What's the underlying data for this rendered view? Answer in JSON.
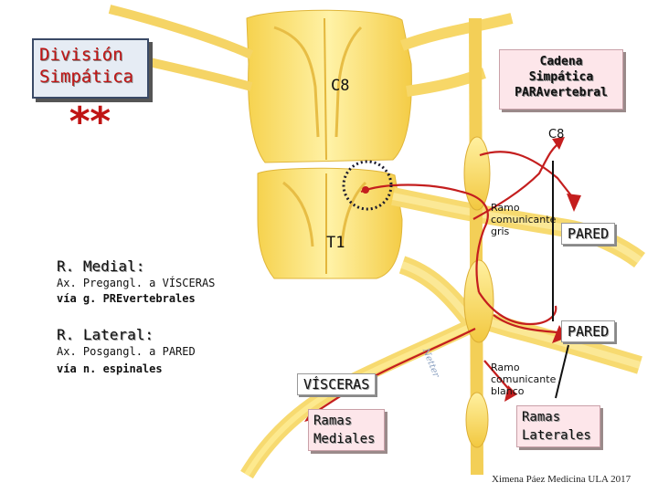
{
  "title": {
    "line1": "División",
    "line2": "Simpática"
  },
  "stars": "**",
  "segments": {
    "c8_cord": "C8",
    "c8_chain": "C8",
    "t1": "T1"
  },
  "cadena": {
    "line1": "Cadena",
    "line2": "Simpática",
    "line3": "PARAvertebral"
  },
  "ramo_gris": {
    "line1": "Ramo",
    "line2": "comunicante",
    "line3": "gris"
  },
  "ramo_blanco": {
    "line1": "Ramo",
    "line2": "comunicante",
    "line3": "blanco"
  },
  "pared_upper": "PARED",
  "pared_lower": "PARED",
  "medial": {
    "heading": "R. Medial:",
    "line1": "Ax. Pregangl. a VÍSCERAS",
    "line2": "vía g. PREvertebrales"
  },
  "lateral": {
    "heading": "R. Lateral:",
    "line1": "Ax. Posgangl. a PARED",
    "line2": "vía n. espinales"
  },
  "visceras": "VÍSCERAS",
  "ramas_mediales": {
    "line1": "Ramas",
    "line2": "Mediales"
  },
  "ramas_laterales": {
    "line1": "Ramas",
    "line2": "Laterales"
  },
  "watermark": "Netter",
  "footer": "Ximena Páez Medicina ULA 2017",
  "colors": {
    "tissue": "#fbe37a",
    "nerve": "#c41e1e",
    "title_red": "#c01414",
    "box_pink": "#fde6ea"
  }
}
